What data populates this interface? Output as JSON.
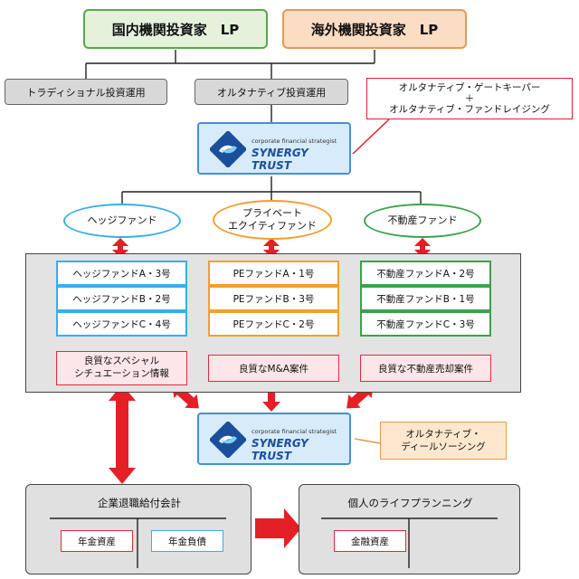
{
  "lp": {
    "domestic": "国内機関投資家　LP",
    "foreign": "海外機関投資家　LP"
  },
  "investment": {
    "traditional": "トラディショナル投資運用",
    "alternative": "オルタナティブ投資運用"
  },
  "callout_top": {
    "line1": "オルタナティブ・ゲートキーパー",
    "line2": "＋",
    "line3": "オルタナティブ・ファンドレイジング"
  },
  "logo": {
    "tagline": "corporate financial strategist",
    "name": "SYNERGY TRUST"
  },
  "categories": {
    "hedge": "ヘッジファンド",
    "pe_line1": "プライベート",
    "pe_line2": "エクイティファンド",
    "realestate": "不動産ファンド"
  },
  "funds": {
    "hedge": [
      "ヘッジファンドA・3号",
      "ヘッジファンドB・2号",
      "ヘッジファンドC・4号"
    ],
    "pe": [
      "PEファンドA・1号",
      "PEファンドB・3号",
      "PEファンドC・2号"
    ],
    "realestate": [
      "不動産ファンドA・2号",
      "不動産ファンドB・1号",
      "不動産ファンドC・3号"
    ]
  },
  "deals": {
    "special_line1": "良質なスペシャル",
    "special_line2": "シチュエーション情報",
    "ma": "良質なM&A案件",
    "realestate_sale": "良質な不動産売却案件"
  },
  "callout_bottom": {
    "line1": "オルタナティブ・",
    "line2": "ディールソーシング"
  },
  "accounting": {
    "corporate_title": "企業退職給付会計",
    "pension_assets": "年金資産",
    "pension_liabilities": "年金負債",
    "personal_title": "個人のライフプランニング",
    "financial_assets": "金融資産"
  },
  "colors": {
    "arrow_red": "#e41f26",
    "logo_blue": "#1b4f9c",
    "accent_red": "#e0202e"
  }
}
